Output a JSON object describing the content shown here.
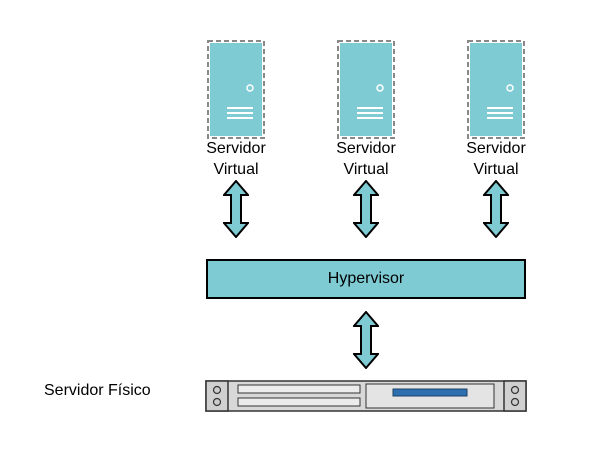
{
  "virtual_servers": [
    {
      "label_line1": "Servidor",
      "label_line2": "Virtual"
    },
    {
      "label_line1": "Servidor",
      "label_line2": "Virtual"
    },
    {
      "label_line1": "Servidor",
      "label_line2": "Virtual"
    }
  ],
  "hypervisor": {
    "label": "Hypervisor"
  },
  "physical_server": {
    "label": "Servidor Físico"
  },
  "colors": {
    "teal": "#7ecbd3",
    "server_face": "#7ecbd3",
    "outline": "#000000",
    "drive_blue": "#2e6fb0",
    "rack_gray": "#d8d8d8"
  }
}
